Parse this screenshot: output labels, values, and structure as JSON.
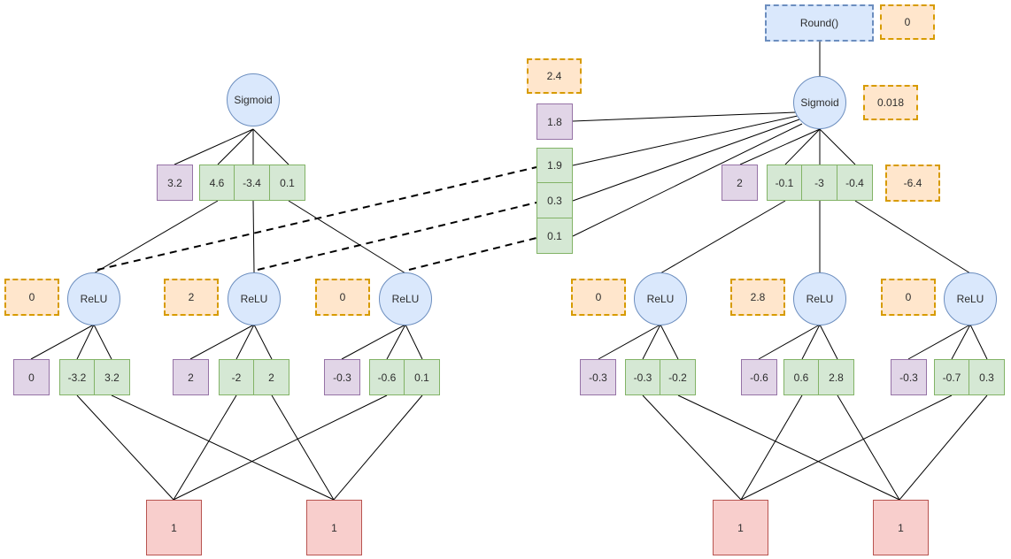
{
  "left": {
    "output": {
      "label": "Sigmoid",
      "bias": "3.2",
      "weights": [
        "4.6",
        "-3.4",
        "0.1"
      ]
    },
    "hidden": [
      {
        "value": "0",
        "label": "ReLU",
        "bias": "0",
        "weights": [
          "-3.2",
          "3.2"
        ]
      },
      {
        "value": "2",
        "label": "ReLU",
        "bias": "2",
        "weights": [
          "-2",
          "2"
        ]
      },
      {
        "value": "0",
        "label": "ReLU",
        "bias": "-0.3",
        "weights": [
          "-0.6",
          "0.1"
        ]
      }
    ],
    "inputs": [
      "1",
      "1"
    ]
  },
  "middle": {
    "output_value": "2.4",
    "bias": "1.8",
    "activations": [
      "1.9",
      "0.3",
      "0.1"
    ]
  },
  "right": {
    "round": {
      "label": "Round()",
      "value": "0"
    },
    "output": {
      "label": "Sigmoid",
      "value": "0.018",
      "bias": "2",
      "weights": [
        "-0.1",
        "-3",
        "-0.4"
      ],
      "pre_activation": "-6.4"
    },
    "hidden": [
      {
        "value": "0",
        "label": "ReLU",
        "bias": "-0.3",
        "weights": [
          "-0.3",
          "-0.2"
        ]
      },
      {
        "value": "2.8",
        "label": "ReLU",
        "bias": "-0.6",
        "weights": [
          "0.6",
          "2.8"
        ]
      },
      {
        "value": "0",
        "label": "ReLU",
        "bias": "-0.3",
        "weights": [
          "-0.7",
          "0.3"
        ]
      }
    ],
    "inputs": [
      "1",
      "1"
    ]
  },
  "palette": {
    "node_fill": "#dae8fc",
    "node_stroke": "#6c8ebf",
    "weight_fill": "#d5e8d4",
    "weight_stroke": "#82b366",
    "bias_fill": "#e1d5e7",
    "bias_stroke": "#9673a6",
    "value_fill": "#ffe6cc",
    "value_stroke": "#d79b00",
    "input_fill": "#f8cecc",
    "input_stroke": "#b85450",
    "edge": "#000000"
  }
}
